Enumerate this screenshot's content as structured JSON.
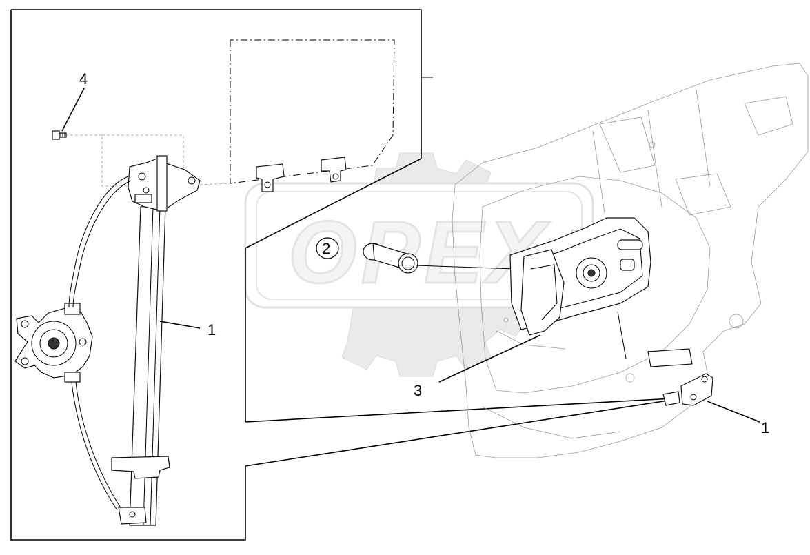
{
  "callouts": {
    "c1_left": "1",
    "c1_right": "1",
    "c2": "2",
    "c3": "3",
    "c4": "4"
  },
  "watermark": {
    "text": "OPEX"
  },
  "icons": {
    "watermark_logo": "gear-watermark-icon"
  }
}
